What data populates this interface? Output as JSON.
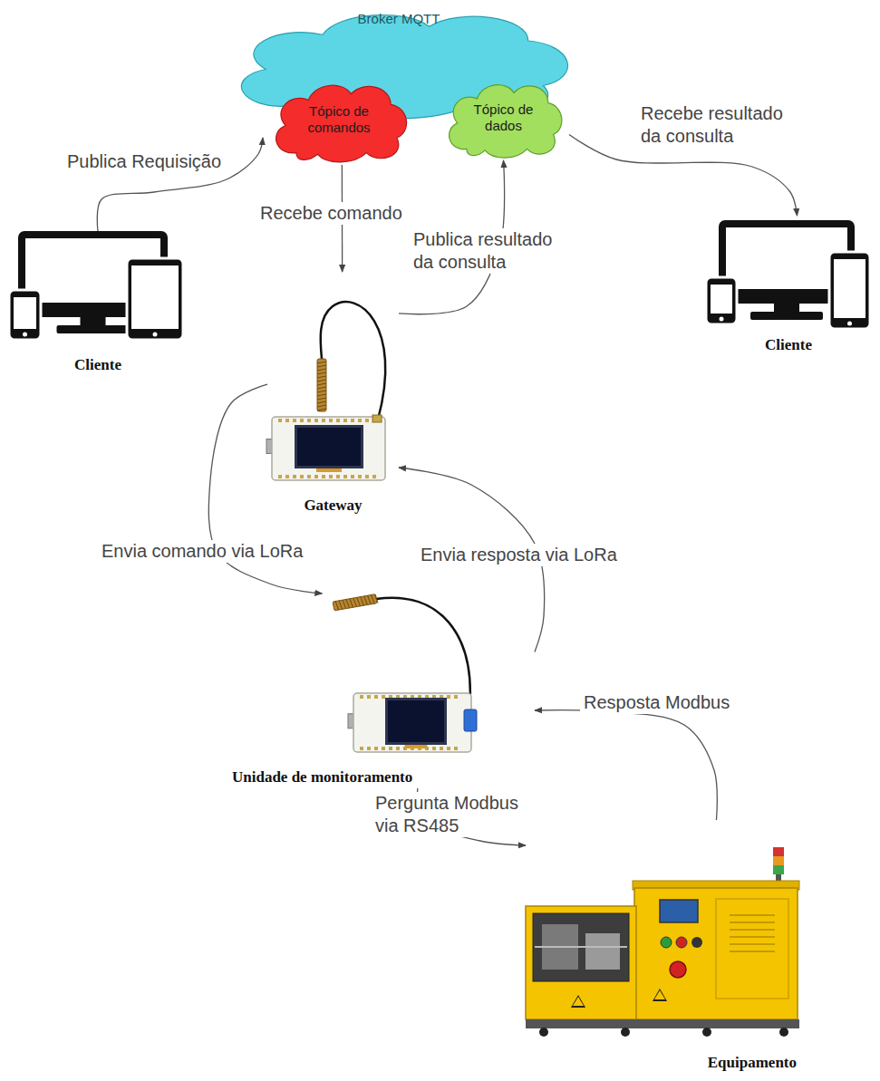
{
  "diagram": {
    "nodes": [
      {
        "text": [
          "Broker MQTT"
        ]
      },
      {
        "text": [
          "Tópico de comandos"
        ]
      },
      {
        "text": [
          "Tópico de dados"
        ]
      },
      {
        "text": [
          "Cliente"
        ]
      },
      {
        "text": [
          "Cliente"
        ]
      },
      {
        "text": [
          "Gateway"
        ]
      },
      {
        "text": [
          "Unidade de monitoramento"
        ]
      },
      {
        "text": [
          "Equipamento"
        ]
      }
    ],
    "edges": [
      {
        "from": 3,
        "to": 1,
        "arrow": "to",
        "label": "Publica Requisição"
      },
      {
        "from": 1,
        "to": 5,
        "arrow": "to",
        "label": "Recebe comando"
      },
      {
        "from": 5,
        "to": 2,
        "arrow": "to",
        "label": "Publica resultado da consulta"
      },
      {
        "from": 2,
        "to": 4,
        "arrow": "to",
        "label": "Recebe resultado da consulta"
      },
      {
        "from": 5,
        "to": 6,
        "arrow": "to",
        "label": "Envia comando via LoRa"
      },
      {
        "from": 6,
        "to": 5,
        "arrow": "to",
        "label": "Envia resposta via LoRa"
      },
      {
        "from": 6,
        "to": 7,
        "arrow": "to",
        "label": "Pergunta Modbus via RS485"
      },
      {
        "from": 7,
        "to": 6,
        "arrow": "to",
        "label": "Resposta Modbus"
      }
    ]
  }
}
